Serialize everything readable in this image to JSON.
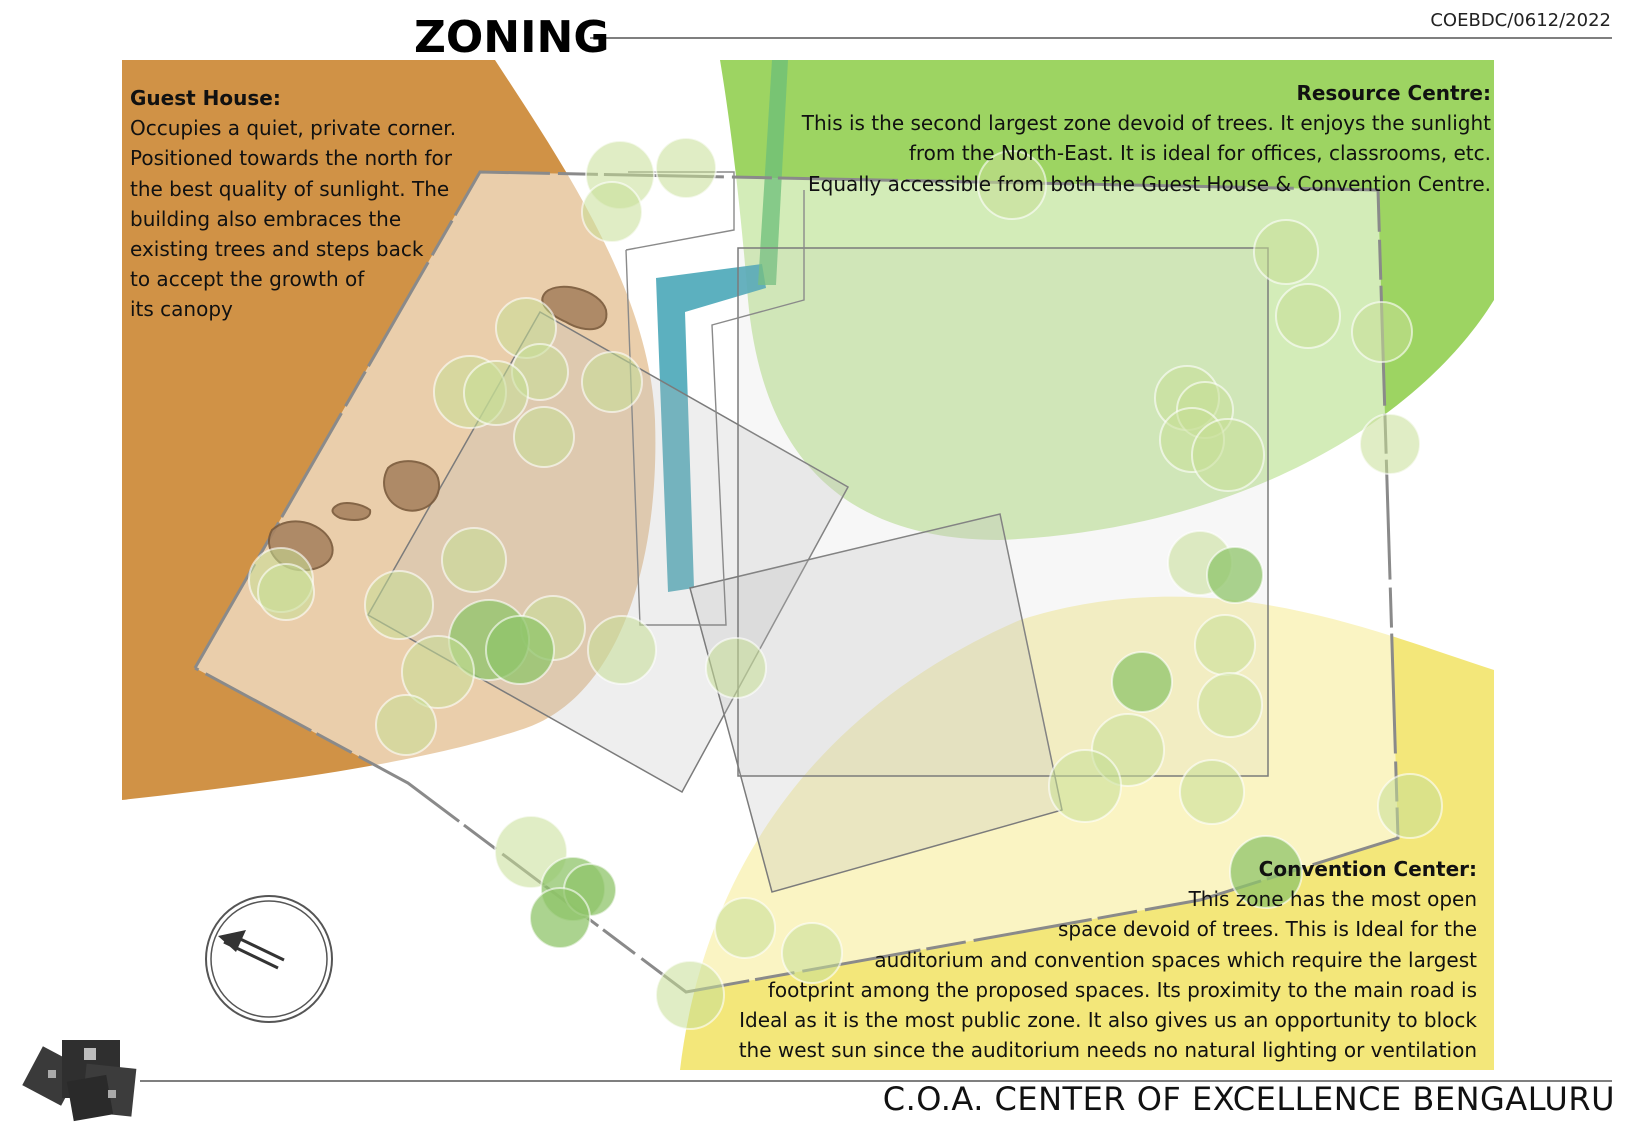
{
  "title": "ZONING",
  "drawing_code": "COEBDC/0612/2022",
  "footer_title": "C.O.A. CENTER OF EXCELLENCE BENGALURU",
  "zones": {
    "guest_house": {
      "heading": "Guest House:",
      "lines": [
        "Occupies a quiet, private corner.",
        "Positioned towards the north for",
        "the best quality of sunlight. The",
        "building also embraces the",
        "existing trees and steps back",
        "to accept the growth of",
        "its canopy"
      ],
      "color": "#cd8c3c"
    },
    "resource_centre": {
      "heading": "Resource Centre:",
      "lines": [
        "This is the second largest zone devoid of trees. It enjoys the sunlight",
        "from the North-East. It is ideal for offices, classrooms, etc.",
        "Equally accessible from both the Guest House & Convention Centre."
      ],
      "color": "#8ccc46"
    },
    "convention_center": {
      "heading": "Convention Center:",
      "lines": [
        "This zone has the most open",
        "space devoid of trees. This is Ideal for the",
        "auditorium and convention spaces which require the largest",
        "footprint among the proposed spaces.  Its proximity to the main road is",
        "Ideal as it is the most public zone. It also gives us an opportunity to block",
        "the west sun since the auditorium needs no natural lighting  or ventilation"
      ],
      "color": "#f2e46c"
    }
  },
  "icons": {
    "north": "north-arrow-icon",
    "key_plan": "key-plan-thumbnail"
  },
  "colors": {
    "water_channel": "#4aa7b8",
    "tree": "#b9d98a",
    "site_boundary": "#8a8a8a"
  }
}
